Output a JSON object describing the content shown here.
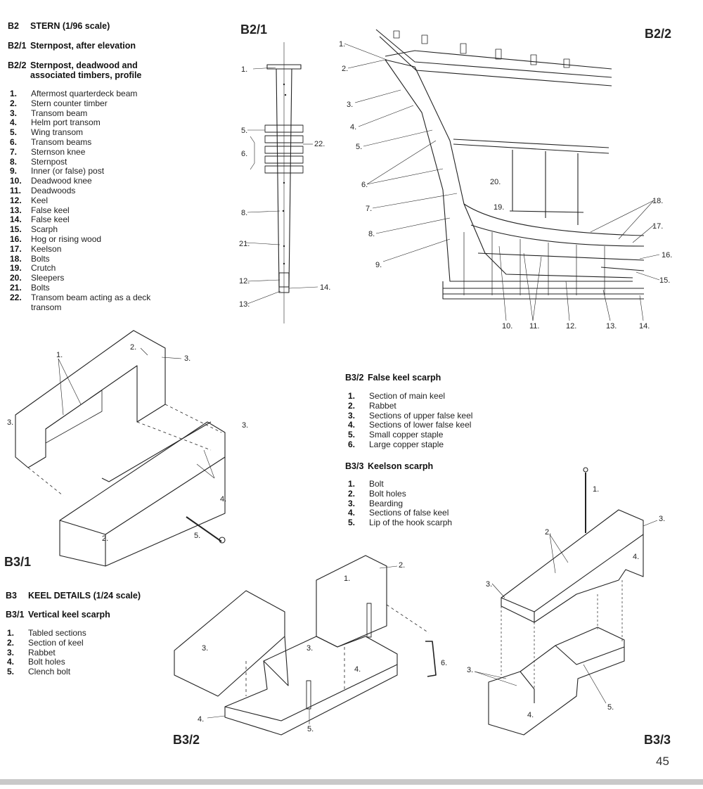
{
  "b2": {
    "code": "B2",
    "title": "STERN (1/96 scale)",
    "b21": {
      "code": "B2/1",
      "title": "Sternpost, after elevation"
    },
    "b22": {
      "code": "B2/2",
      "title_line1": "Sternpost, deadwood and",
      "title_line2": "associated timbers, profile"
    },
    "items": [
      {
        "n": "1.",
        "t": "Aftermost quarterdeck beam"
      },
      {
        "n": "2.",
        "t": "Stern counter timber"
      },
      {
        "n": "3.",
        "t": "Transom beam"
      },
      {
        "n": "4.",
        "t": "Helm port transom"
      },
      {
        "n": "5.",
        "t": "Wing transom"
      },
      {
        "n": "6.",
        "t": "Transom beams"
      },
      {
        "n": "7.",
        "t": "Sternson knee"
      },
      {
        "n": "8.",
        "t": "Sternpost"
      },
      {
        "n": "9.",
        "t": "Inner (or false) post"
      },
      {
        "n": "10.",
        "t": "Deadwood knee"
      },
      {
        "n": "11.",
        "t": "Deadwoods"
      },
      {
        "n": "12.",
        "t": "Keel"
      },
      {
        "n": "13.",
        "t": "False keel"
      },
      {
        "n": "14.",
        "t": "False keel"
      },
      {
        "n": "15.",
        "t": "Scarph"
      },
      {
        "n": "16.",
        "t": "Hog or rising wood"
      },
      {
        "n": "17.",
        "t": "Keelson"
      },
      {
        "n": "18.",
        "t": "Bolts"
      },
      {
        "n": "19.",
        "t": "Crutch"
      },
      {
        "n": "20.",
        "t": "Sleepers"
      },
      {
        "n": "21.",
        "t": "Bolts"
      },
      {
        "n": "22.",
        "t": "Transom beam acting as a deck transom"
      }
    ]
  },
  "b3": {
    "code": "B3",
    "title": "KEEL DETAILS (1/24 scale)",
    "b31": {
      "code": "B3/1",
      "title": "Vertical keel scarph",
      "items": [
        {
          "n": "1.",
          "t": "Tabled sections"
        },
        {
          "n": "2.",
          "t": "Section of keel"
        },
        {
          "n": "3.",
          "t": "Rabbet"
        },
        {
          "n": "4.",
          "t": "Bolt holes"
        },
        {
          "n": "5.",
          "t": "Clench bolt"
        }
      ]
    },
    "b32": {
      "code": "B3/2",
      "title": "False keel scarph",
      "items": [
        {
          "n": "1.",
          "t": "Section of main keel"
        },
        {
          "n": "2.",
          "t": "Rabbet"
        },
        {
          "n": "3.",
          "t": "Sections of upper false keel"
        },
        {
          "n": "4.",
          "t": "Sections of lower false keel"
        },
        {
          "n": "5.",
          "t": "Small copper staple"
        },
        {
          "n": "6.",
          "t": "Large copper staple"
        }
      ]
    },
    "b33": {
      "code": "B3/3",
      "title": "Keelson scarph",
      "items": [
        {
          "n": "1.",
          "t": "Bolt"
        },
        {
          "n": "2.",
          "t": "Bolt holes"
        },
        {
          "n": "3.",
          "t": "Bearding"
        },
        {
          "n": "4.",
          "t": "Sections of false keel"
        },
        {
          "n": "5.",
          "t": "Lip of the hook scarph"
        }
      ]
    }
  },
  "figure_labels": {
    "b21": "B2/1",
    "b22": "B2/2",
    "b31": "B3/1",
    "b32": "B3/2",
    "b33": "B3/3"
  },
  "callouts": {
    "b21": [
      "1.",
      "5.",
      "6.",
      "22.",
      "8.",
      "21.",
      "12.",
      "13.",
      "14."
    ],
    "b22": [
      "1.",
      "2.",
      "3.",
      "4.",
      "5.",
      "6.",
      "7.",
      "8.",
      "9.",
      "20.",
      "19.",
      "18.",
      "17.",
      "16.",
      "15.",
      "10.",
      "11.",
      "12.",
      "13.",
      "14."
    ],
    "b31": [
      "1.",
      "2.",
      "3.",
      "3.",
      "3.",
      "4.",
      "2.",
      "5."
    ],
    "b32": [
      "1.",
      "2.",
      "3.",
      "3.",
      "4.",
      "4.",
      "5.",
      "6."
    ],
    "b33": [
      "1.",
      "2.",
      "3.",
      "3.",
      "4.",
      "3.",
      "4.",
      "5."
    ]
  },
  "page_number": "45"
}
